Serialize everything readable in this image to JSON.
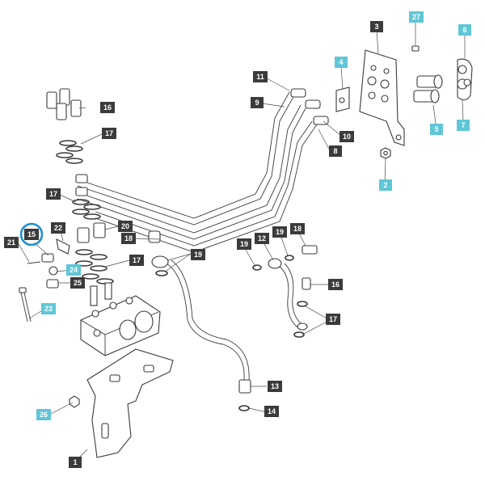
{
  "diagram": {
    "callouts": [
      {
        "id": "c1",
        "text": "1",
        "style": "dark"
      },
      {
        "id": "c2",
        "text": "2",
        "style": "cyan"
      },
      {
        "id": "c3",
        "text": "3",
        "style": "dark"
      },
      {
        "id": "c4",
        "text": "4",
        "style": "cyan"
      },
      {
        "id": "c5",
        "text": "5",
        "style": "cyan"
      },
      {
        "id": "c6",
        "text": "6",
        "style": "cyan"
      },
      {
        "id": "c7",
        "text": "7",
        "style": "cyan"
      },
      {
        "id": "c8",
        "text": "8",
        "style": "dark"
      },
      {
        "id": "c9",
        "text": "9",
        "style": "dark"
      },
      {
        "id": "c10",
        "text": "10",
        "style": "dark"
      },
      {
        "id": "c11",
        "text": "11",
        "style": "dark"
      },
      {
        "id": "c12",
        "text": "12",
        "style": "dark"
      },
      {
        "id": "c13",
        "text": "13",
        "style": "dark"
      },
      {
        "id": "c14",
        "text": "14",
        "style": "dark"
      },
      {
        "id": "c15",
        "text": "15",
        "style": "highlight"
      },
      {
        "id": "c16a",
        "text": "16",
        "style": "dark"
      },
      {
        "id": "c16b",
        "text": "16",
        "style": "dark"
      },
      {
        "id": "c17a",
        "text": "17",
        "style": "dark"
      },
      {
        "id": "c17b",
        "text": "17",
        "style": "dark"
      },
      {
        "id": "c17c",
        "text": "17",
        "style": "dark"
      },
      {
        "id": "c17d",
        "text": "17",
        "style": "dark"
      },
      {
        "id": "c18a",
        "text": "18",
        "style": "dark"
      },
      {
        "id": "c18b",
        "text": "18",
        "style": "dark"
      },
      {
        "id": "c19a",
        "text": "19",
        "style": "dark"
      },
      {
        "id": "c19b",
        "text": "19",
        "style": "dark"
      },
      {
        "id": "c19c",
        "text": "19",
        "style": "dark"
      },
      {
        "id": "c20",
        "text": "20",
        "style": "dark"
      },
      {
        "id": "c21",
        "text": "21",
        "style": "dark"
      },
      {
        "id": "c22",
        "text": "22",
        "style": "dark"
      },
      {
        "id": "c23",
        "text": "23",
        "style": "cyan"
      },
      {
        "id": "c24",
        "text": "24",
        "style": "cyan"
      },
      {
        "id": "c25",
        "text": "25",
        "style": "dark"
      },
      {
        "id": "c26",
        "text": "26",
        "style": "cyan"
      },
      {
        "id": "c27",
        "text": "27",
        "style": "cyan"
      }
    ],
    "colors": {
      "dark_label": "#3b3b3b",
      "cyan_label": "#5fc6d6",
      "highlight_ring": "#1f8ecf",
      "line": "#3a3a3a"
    }
  }
}
